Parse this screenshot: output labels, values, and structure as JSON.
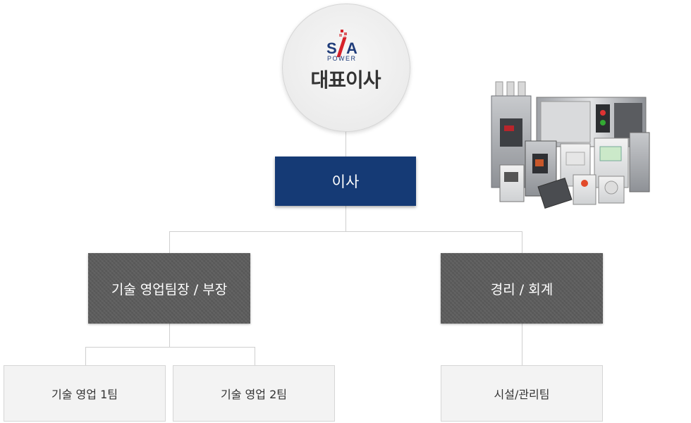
{
  "ceo": {
    "logo_top": "S A",
    "logo_bottom": "POWER",
    "title": "대표이사"
  },
  "director": {
    "title": "이사"
  },
  "leads": [
    {
      "title": "기술 영업팀장 / 부장"
    },
    {
      "title": "경리 / 회계"
    }
  ],
  "teams": [
    {
      "title": "기술 영업 1팀"
    },
    {
      "title": "기술 영업 2팀"
    },
    {
      "title": "시설/관리팀"
    }
  ],
  "colors": {
    "director_bg": "#153a75",
    "lead_bg": "#5c5c5c",
    "team_bg": "#f3f3f3",
    "line": "#cfcfcf",
    "logo_blue": "#1f3c7a",
    "logo_red": "#d6222a"
  },
  "image": {
    "icon": "circuit-breakers-product-image"
  }
}
